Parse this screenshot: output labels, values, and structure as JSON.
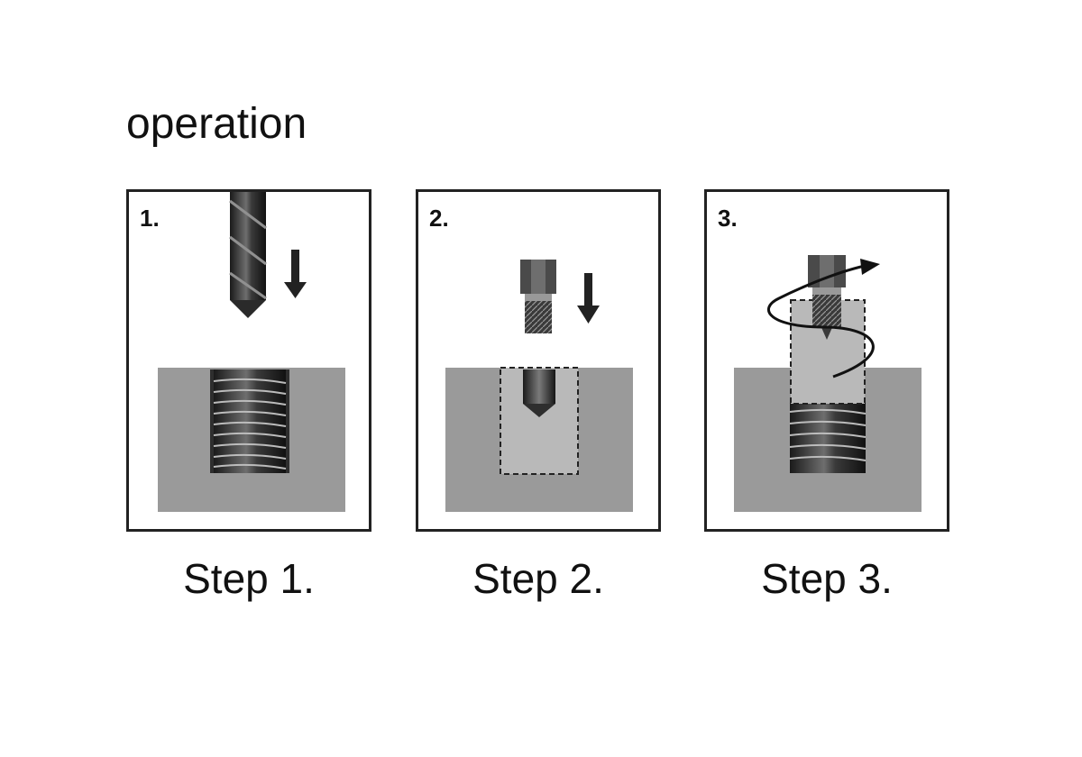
{
  "title": "operation",
  "panels": [
    {
      "number": "1.",
      "caption": "Step 1."
    },
    {
      "number": "2.",
      "caption": "Step 2."
    },
    {
      "number": "3.",
      "caption": "Step 3."
    }
  ],
  "colors": {
    "block": "#9a9a9a",
    "metal_dark": "#2c2c2c",
    "fill": "#b9b9b9",
    "frame": "#222222"
  },
  "icons": [
    "drill-bit-icon",
    "screw-extractor-icon",
    "down-arrow-icon",
    "rotation-arrow-icon"
  ]
}
